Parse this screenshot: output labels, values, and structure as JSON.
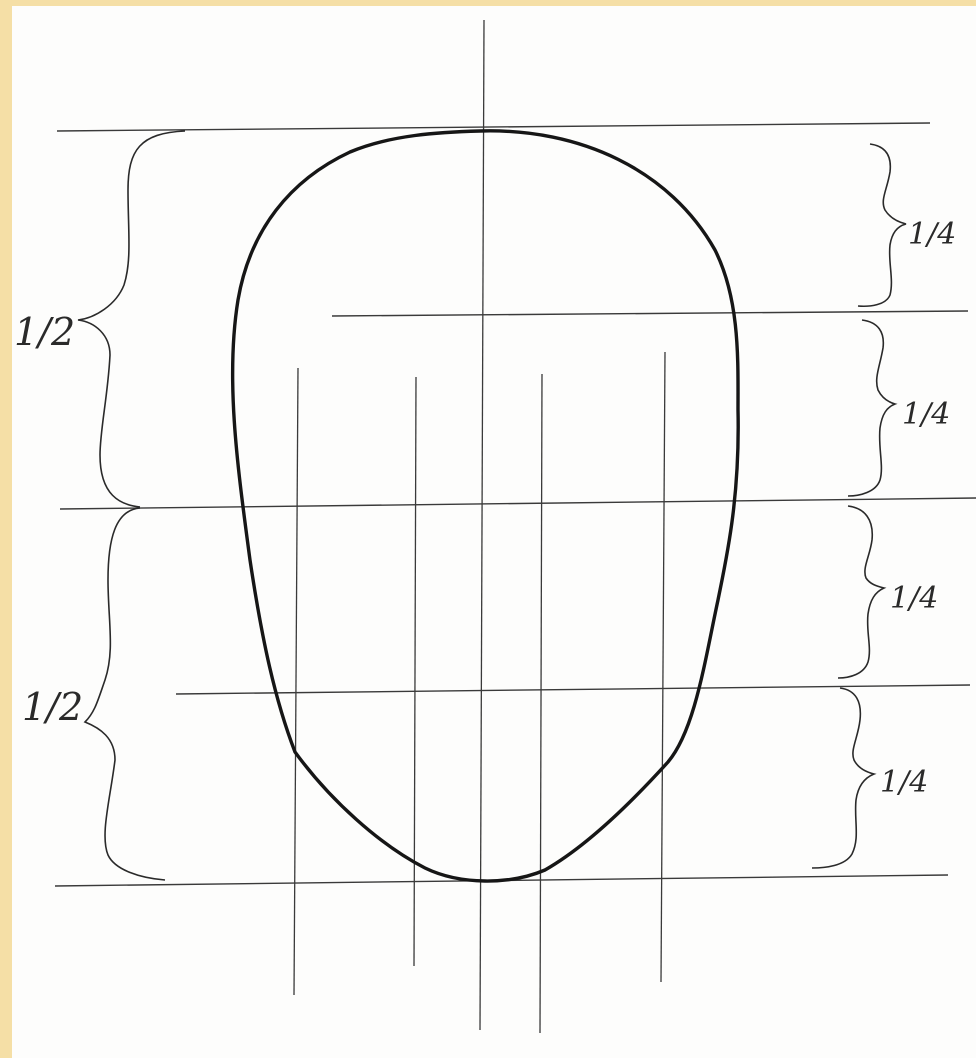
{
  "diagram": {
    "colors": {
      "paper": "#fdfdfc",
      "border": "#f5dfa6",
      "guide_line": "#3a3a3a",
      "outline": "#161616",
      "ink": "#2a2a2a"
    },
    "left_labels": [
      "1/2",
      "1/2"
    ],
    "right_labels": [
      "1/4",
      "1/4",
      "1/4",
      "1/4"
    ]
  }
}
